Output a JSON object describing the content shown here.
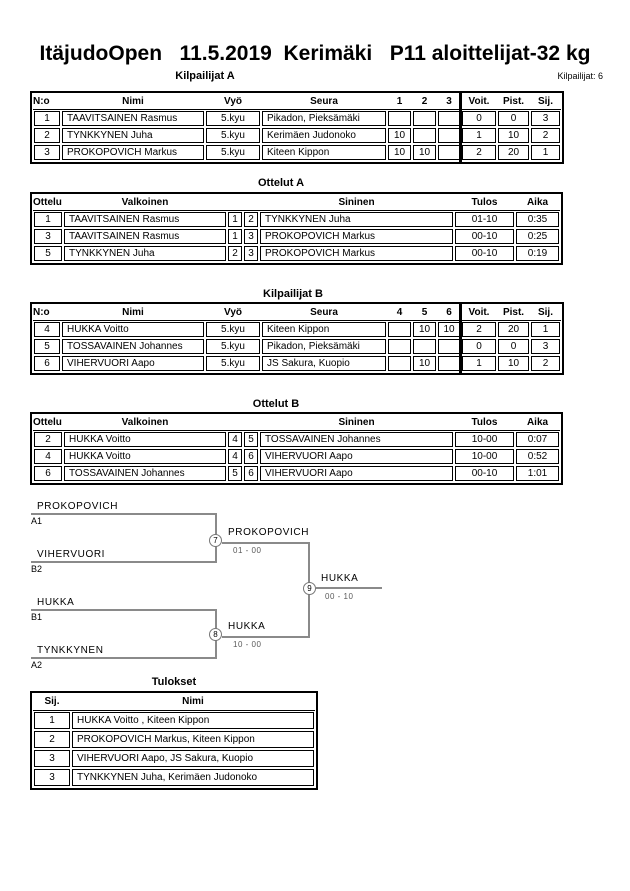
{
  "page": {
    "title": "ItäjudoOpen   11.5.2019  Kerimäki   P11 aloittelijat-32 kg",
    "competitors_count": "Kilpailijat: 6"
  },
  "pool_a": {
    "title": "Kilpailijat A",
    "headers": {
      "no": "N:o",
      "name": "Nimi",
      "belt": "Vyö",
      "club": "Seura",
      "m1": "1",
      "m2": "2",
      "m3": "3",
      "wins": "Voit.",
      "points": "Pist.",
      "place": "Sij."
    },
    "rows": [
      {
        "no": "1",
        "name": "TAAVITSAINEN Rasmus",
        "belt": "5.kyu",
        "club": "Pikadon, Pieksämäki",
        "m1": "",
        "m2": "",
        "m3": "",
        "wins": "0",
        "points": "0",
        "place": "3"
      },
      {
        "no": "2",
        "name": "TYNKKYNEN Juha",
        "belt": "5.kyu",
        "club": "Kerimäen Judonoko",
        "m1": "10",
        "m2": "",
        "m3": "",
        "wins": "1",
        "points": "10",
        "place": "2"
      },
      {
        "no": "3",
        "name": "PROKOPOVICH Markus",
        "belt": "5.kyu",
        "club": "Kiteen Kippon",
        "m1": "10",
        "m2": "10",
        "m3": "",
        "wins": "2",
        "points": "20",
        "place": "1"
      }
    ]
  },
  "matches_a": {
    "title": "Ottelut A",
    "headers": {
      "match": "Ottelu",
      "white": "Valkoinen",
      "blue": "Sininen",
      "result": "Tulos",
      "time": "Aika"
    },
    "rows": [
      {
        "match": "1",
        "white": "TAAVITSAINEN Rasmus",
        "wno": "1",
        "bno": "2",
        "blue": "TYNKKYNEN Juha",
        "result": "01-10",
        "time": "0:35"
      },
      {
        "match": "3",
        "white": "TAAVITSAINEN Rasmus",
        "wno": "1",
        "bno": "3",
        "blue": "PROKOPOVICH Markus",
        "result": "00-10",
        "time": "0:25"
      },
      {
        "match": "5",
        "white": "TYNKKYNEN Juha",
        "wno": "2",
        "bno": "3",
        "blue": "PROKOPOVICH Markus",
        "result": "00-10",
        "time": "0:19"
      }
    ]
  },
  "pool_b": {
    "title": "Kilpailijat B",
    "headers": {
      "no": "N:o",
      "name": "Nimi",
      "belt": "Vyö",
      "club": "Seura",
      "m1": "4",
      "m2": "5",
      "m3": "6",
      "wins": "Voit.",
      "points": "Pist.",
      "place": "Sij."
    },
    "rows": [
      {
        "no": "4",
        "name": "HUKKA Voitto",
        "belt": "5.kyu",
        "club": "Kiteen Kippon",
        "m1": "",
        "m2": "10",
        "m3": "10",
        "wins": "2",
        "points": "20",
        "place": "1"
      },
      {
        "no": "5",
        "name": "TOSSAVAINEN Johannes",
        "belt": "5.kyu",
        "club": "Pikadon, Pieksämäki",
        "m1": "",
        "m2": "",
        "m3": "",
        "wins": "0",
        "points": "0",
        "place": "3"
      },
      {
        "no": "6",
        "name": "VIHERVUORI Aapo",
        "belt": "5.kyu",
        "club": "JS Sakura, Kuopio",
        "m1": "",
        "m2": "10",
        "m3": "",
        "wins": "1",
        "points": "10",
        "place": "2"
      }
    ]
  },
  "matches_b": {
    "title": "Ottelut B",
    "headers": {
      "match": "Ottelu",
      "white": "Valkoinen",
      "blue": "Sininen",
      "result": "Tulos",
      "time": "Aika"
    },
    "rows": [
      {
        "match": "2",
        "white": "HUKKA Voitto",
        "wno": "4",
        "bno": "5",
        "blue": "TOSSAVAINEN Johannes",
        "result": "10-00",
        "time": "0:07"
      },
      {
        "match": "4",
        "white": "HUKKA Voitto",
        "wno": "4",
        "bno": "6",
        "blue": "VIHERVUORI Aapo",
        "result": "10-00",
        "time": "0:52"
      },
      {
        "match": "6",
        "white": "TOSSAVAINEN Johannes",
        "wno": "5",
        "bno": "6",
        "blue": "VIHERVUORI Aapo",
        "result": "00-10",
        "time": "1:01"
      }
    ]
  },
  "bracket": {
    "slot_a1": {
      "name": "PROKOPOVICH",
      "seed": "A1"
    },
    "slot_b2": {
      "name": "VIHERVUORI",
      "seed": "B2"
    },
    "slot_b1": {
      "name": "HUKKA",
      "seed": "B1"
    },
    "slot_a2": {
      "name": "TYNKKYNEN",
      "seed": "A2"
    },
    "semi1": {
      "number": "7",
      "winner": "PROKOPOVICH",
      "score": "01 - 00"
    },
    "semi2": {
      "number": "8",
      "winner": "HUKKA",
      "score": "10 - 00"
    },
    "final": {
      "number": "9",
      "winner": "HUKKA",
      "score": "00 - 10"
    }
  },
  "results": {
    "title": "Tulokset",
    "headers": {
      "place": "Sij.",
      "name": "Nimi"
    },
    "rows": [
      {
        "place": "1",
        "name": "HUKKA Voitto , Kiteen Kippon"
      },
      {
        "place": "2",
        "name": "PROKOPOVICH Markus, Kiteen Kippon"
      },
      {
        "place": "3",
        "name": "VIHERVUORI Aapo, JS Sakura, Kuopio"
      },
      {
        "place": "3",
        "name": "TYNKKYNEN Juha, Kerimäen Judonoko"
      }
    ]
  },
  "colors": {
    "text": "#000000",
    "background": "#ffffff",
    "bracket_line": "#8a8a8a",
    "bracket_score": "#5a5a5a"
  }
}
